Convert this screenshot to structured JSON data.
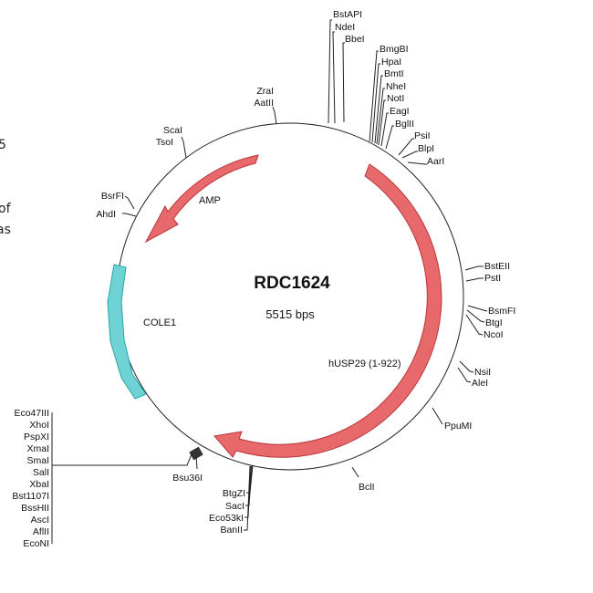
{
  "plasmid": {
    "name": "RDC1624",
    "size": "5515 bps"
  },
  "edge_fragments": [
    "5",
    "of",
    "as"
  ],
  "features": {
    "amp": {
      "label": "AMP",
      "color": "#e8696b"
    },
    "insert": {
      "label": "hUSP29 (1-922)",
      "color": "#e8696b"
    },
    "ori": {
      "label": "COLE1",
      "color": "#6fd3d6"
    }
  },
  "sites": {
    "top": [
      "BstAPI",
      "NdeI",
      "BbeI"
    ],
    "top_right": [
      "BmgBI",
      "HpaI",
      "BmtI",
      "NheI",
      "NotI",
      "EagI",
      "BglII"
    ],
    "right_upper": [
      "PsiI",
      "BlpI",
      "AarI"
    ],
    "top_left": [
      "ZraI",
      "AatII"
    ],
    "upper_left": [
      "ScaI",
      "TsoI"
    ],
    "left": [
      "BsrFI",
      "AhdI"
    ],
    "right_a": [
      "BstEII",
      "PstI"
    ],
    "right_b": [
      "BsmFI",
      "BtgI",
      "NcoI"
    ],
    "right_c": [
      "NsiI",
      "AleI"
    ],
    "right_d": [
      "PpuMI"
    ],
    "bottom_right": [
      "BclI"
    ],
    "bottom": [
      "BtgZI",
      "SacI",
      "Eco53kI",
      "BanII"
    ],
    "bottom_left": [
      "Bsu36I"
    ],
    "mcs": [
      "Eco47III",
      "XhoI",
      "PspXI",
      "XmaI",
      "SmaI",
      "SalI",
      "XbaI",
      "Bst1107I",
      "BssHII",
      "AscI",
      "AflII",
      "EcoNI"
    ]
  }
}
